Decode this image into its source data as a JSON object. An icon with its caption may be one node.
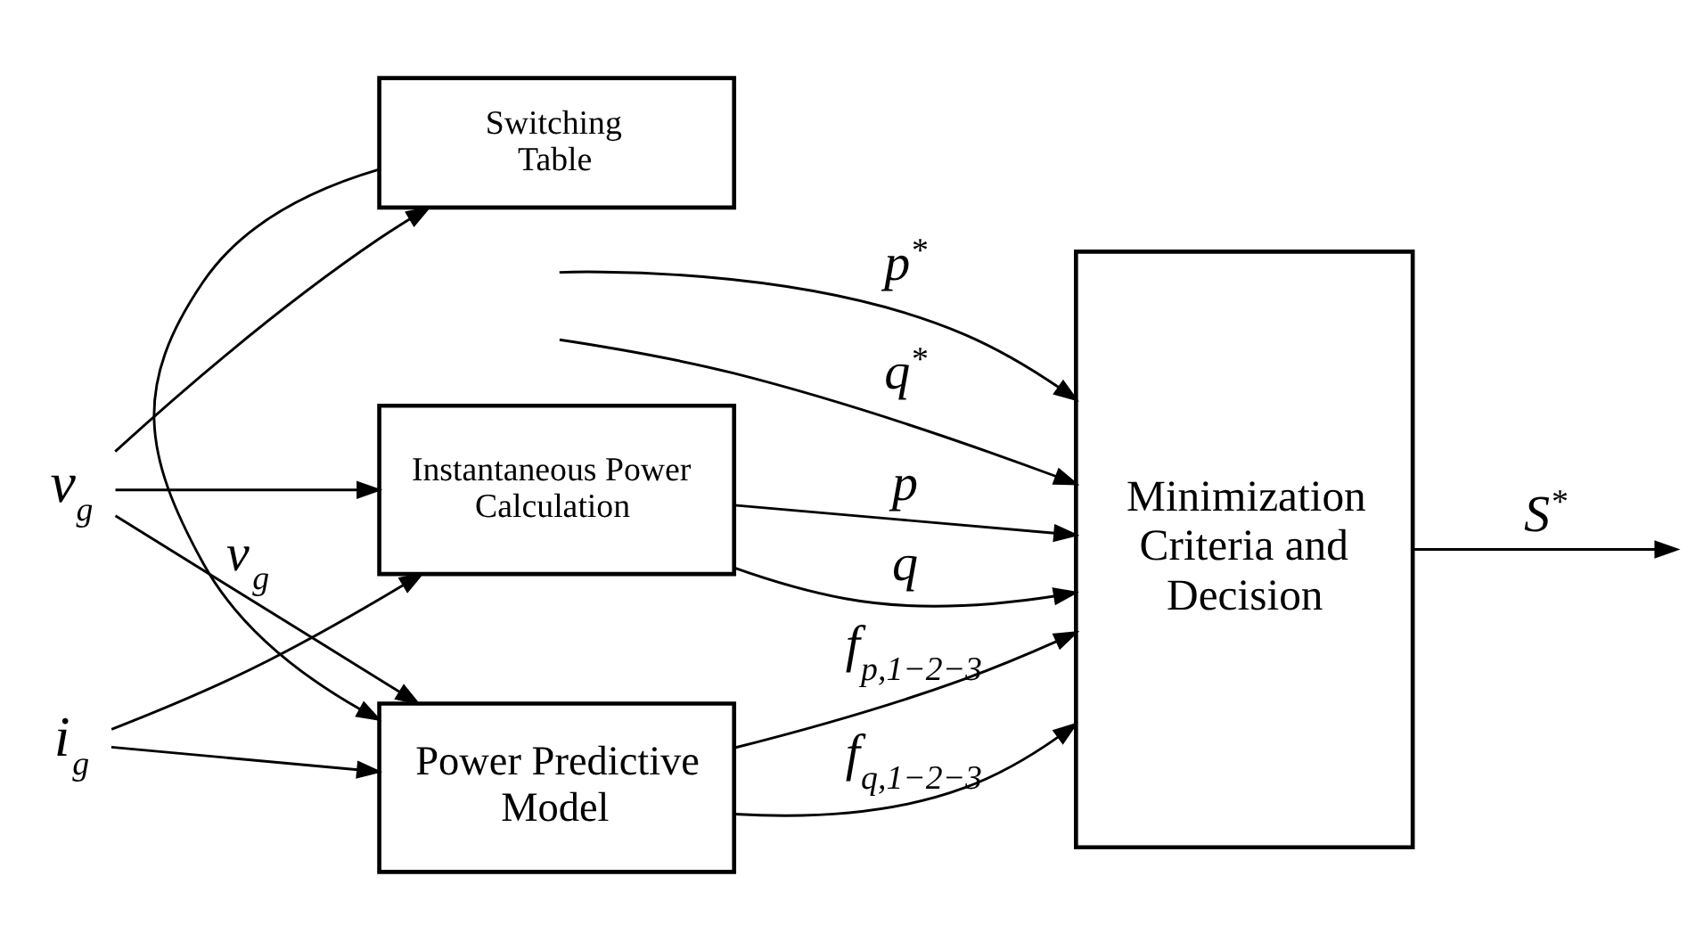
{
  "diagram": {
    "nodes": [
      {
        "text": [
          "v$_{g}$"
        ]
      },
      {
        "text": [
          "i$_{g}$"
        ]
      },
      {
        "text": [
          "Instantaneous Power Calculation"
        ]
      },
      {
        "text": [
          "Power Predictive Model"
        ]
      },
      {
        "text": [
          "Switching Table"
        ]
      },
      {
        "text": [
          "Minimization Criteria and Decision"
        ]
      }
    ],
    "edges": [
      {
        "from": 0,
        "to": 2,
        "arrow": "to"
      },
      {
        "from": 1,
        "to": 2,
        "arrow": "to"
      },
      {
        "from": 1,
        "to": 3,
        "arrow": "to"
      },
      {
        "from": 0,
        "to": 3,
        "arrow": "to",
        "label": "v$_{g}$"
      },
      {
        "from": 0,
        "to": 4,
        "arrow": "to"
      },
      {
        "from": 4,
        "to": 3,
        "arrow": "to"
      },
      {
        "from": null,
        "to": 5,
        "arrow": "to",
        "label": "p$^{*}$"
      },
      {
        "from": null,
        "to": 5,
        "arrow": "to",
        "label": "q$^{*}$"
      },
      {
        "from": 2,
        "to": 5,
        "arrow": "to",
        "label": "p"
      },
      {
        "from": 2,
        "to": 5,
        "arrow": "to",
        "label": "q"
      },
      {
        "from": 3,
        "to": 5,
        "arrow": "to",
        "label": "f$_{p,1−2−3}$"
      },
      {
        "from": 3,
        "to": 5,
        "arrow": "to",
        "label": "f$_{q,1−2−3}$"
      },
      {
        "from": 5,
        "to": null,
        "arrow": "to",
        "label": "S$^{*}$"
      }
    ]
  }
}
